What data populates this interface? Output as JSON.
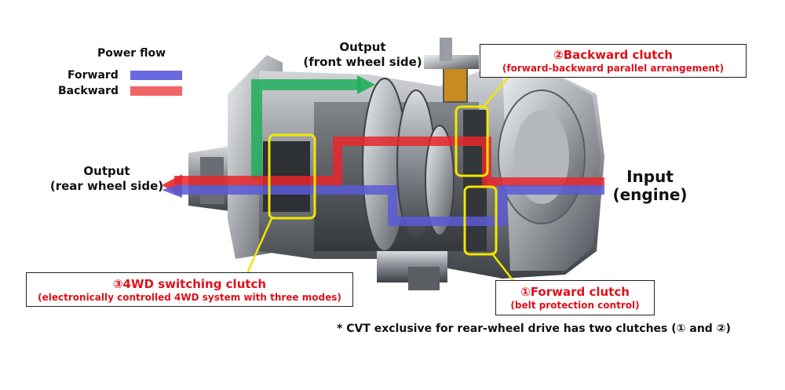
{
  "legend": {
    "title": "Power flow",
    "forward_label": "Forward",
    "backward_label": "Backward",
    "forward_color": "#6a6ae0",
    "backward_color": "#f06565"
  },
  "flow_colors": {
    "forward": "#5a5ad6",
    "backward": "#e8262c",
    "front_output": "#1fae5a",
    "highlight": "#f2e600"
  },
  "labels": {
    "output_front_line1": "Output",
    "output_front_line2": "(front wheel side)",
    "output_rear_line1": "Output",
    "output_rear_line2": "(rear wheel side)",
    "input_line1": "Input",
    "input_line2": "(engine)"
  },
  "callouts": {
    "backward_title": "②Backward clutch",
    "backward_sub": "(forward-backward parallel arrangement)",
    "fourwd_title": "③4WD switching clutch",
    "fourwd_sub": "(electronically controlled 4WD system with three modes)",
    "forward_title": "①Forward clutch",
    "forward_sub": "(belt protection control)"
  },
  "footnote": "* CVT exclusive for rear-wheel drive has two clutches (① and ②)"
}
